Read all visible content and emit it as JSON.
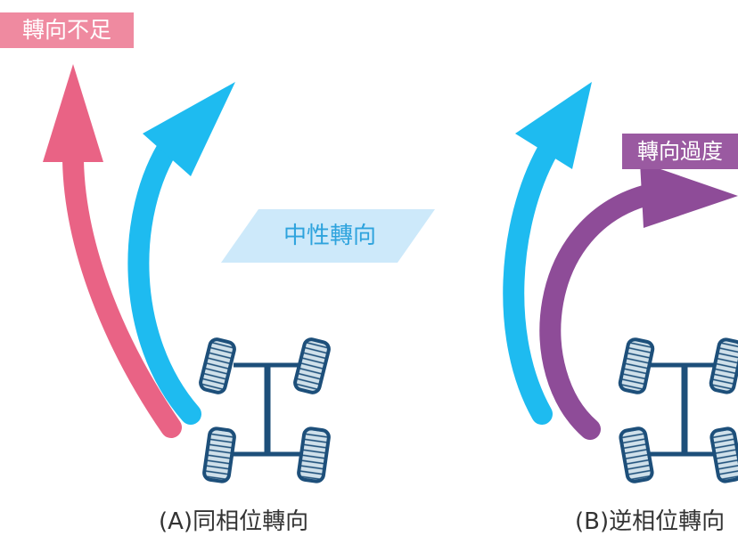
{
  "labels": {
    "understeer": "轉向不足",
    "neutral": "中性轉向",
    "oversteer": "轉向過度"
  },
  "captions": {
    "a": "(A)同相位轉向",
    "b": "(B)逆相位轉向"
  },
  "colors": {
    "understeer": "#e96385",
    "neutral_arrow": "#1ebbf0",
    "neutral_band": "#cde9fa",
    "oversteer": "#8e4c98",
    "chassis": "#1d4f7a",
    "tire_fill": "#c8dbe6"
  }
}
